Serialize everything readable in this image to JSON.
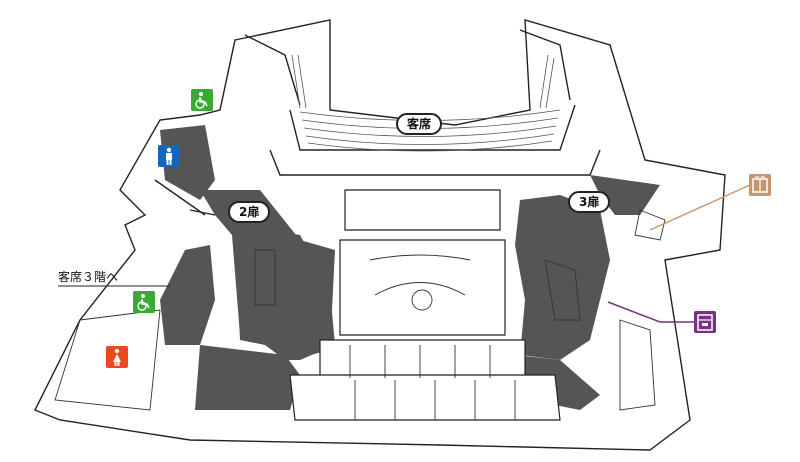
{
  "map": {
    "labels": {
      "seats": "客席",
      "door2": "2扉",
      "door3": "3扉",
      "to_3f_seats": "客席３階へ"
    },
    "pictograms": [
      {
        "name": "wheelchair-accessible-icon",
        "color": "#3aaa35"
      },
      {
        "name": "wheelchair-accessible-icon",
        "color": "#3aaa35"
      },
      {
        "name": "mens-restroom-icon",
        "color": "#1565c0"
      },
      {
        "name": "womens-restroom-icon",
        "color": "#e84a1e"
      },
      {
        "name": "elevator-icon",
        "color": "#c8956a"
      },
      {
        "name": "coin-locker-icon",
        "color": "#7b2f86"
      }
    ],
    "colors": {
      "floor": "#555555",
      "line": "#222222",
      "leader_orange": "#c8956a",
      "leader_purple": "#7b2f86"
    }
  }
}
